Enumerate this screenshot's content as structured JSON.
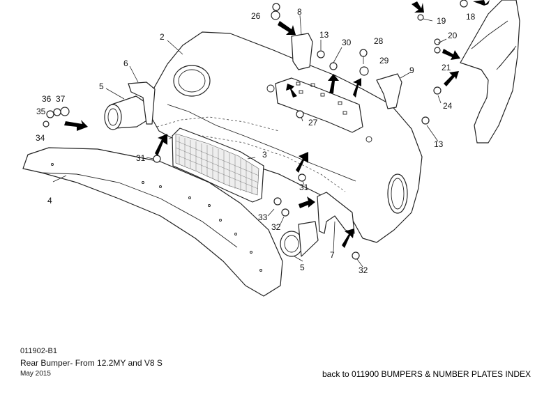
{
  "footer": {
    "reference": "011902-B1",
    "title": "Rear Bumper- From 12.2MY and V8 S",
    "date": "May 2015",
    "back_link": "back to 011900 BUMPERS & NUMBER PLATES INDEX"
  },
  "callouts": {
    "c2": "2",
    "c3": "3",
    "c4": "4",
    "c5a": "5",
    "c5b": "5",
    "c6": "6",
    "c7": "7",
    "c8": "8",
    "c9": "9",
    "c13a": "13",
    "c13b": "13",
    "c18": "18",
    "c19": "19",
    "c20": "20",
    "c21": "21",
    "c24": "24",
    "c26": "26",
    "c27": "27",
    "c28": "28",
    "c29": "29",
    "c30": "30",
    "c31a": "31",
    "c31b": "31",
    "c32a": "32",
    "c32b": "32",
    "c33": "33",
    "c34": "34",
    "c35": "35",
    "c36": "36",
    "c37": "37"
  }
}
